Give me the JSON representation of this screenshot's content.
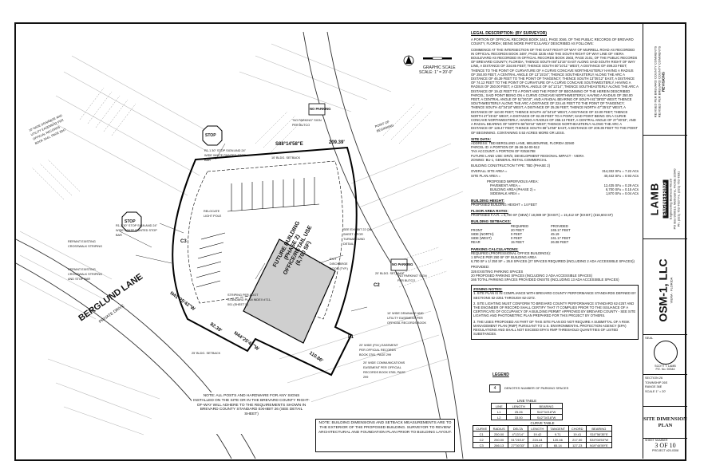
{
  "scale": {
    "label": "GRAPHIC SCALE",
    "value": "SCALE: 1\" = 20'-0\""
  },
  "building": {
    "line1": "FUTURE BUILDING",
    "line2": "(PHASE 2)",
    "line3": "OFFICE/RETAIL USE",
    "line4": "(6,700 SF)"
  },
  "street": {
    "name": "BERGLUND LANE",
    "type": "PRIVATE DRIVE"
  },
  "bearings": {
    "top": "S88°14'58\"E",
    "top_dist": "209.39'",
    "left": "N41°25'42\"W",
    "left2": "N44°25'42\"W",
    "dist_a": "82.39'",
    "dist_b": "110.86'",
    "c2": "C2",
    "l1": "L1",
    "c3": "C3"
  },
  "signs": {
    "stop1": "STOP",
    "stop2": "STOP",
    "no_parking1": "NO PARKING",
    "no_parking2": "NO PARKING",
    "note_stop1": "R1-1 30\" STOP SIGN AND 24\" WIDE WHITE PAINTED STOP BAR",
    "note_stop2": "R1-1 30\" STOP SIGN AND 24\" WIDE WHITE PAINTED STOP BAR",
    "no_parking_sign": "\"NO PARKING\" SIGN PER BUTCO",
    "no_parking_sign2": "\"NO PARKING\" SIGN PER BUTCO"
  },
  "plan_notes": [
    "10' WIDE DRAINAGE AND UTILITY EASEMENT PER OFFICIAL RECORDS BOOK 3441, PAGE 3047",
    "REPAINT EXISTING CROSSWALK STRIPING",
    "REPAINT EXISTING CROSSWALK STRIPING AND STOP BAR",
    "RELOCATE LIGHT POLE",
    "STRIPING PER FOOT STANDARD PLAN INDEX #711-001 (SHEET 5)",
    "EXIT DISCHARGE DOOR (TYP.)",
    "SEE EXHIBIT 22 ON SHEET 4 FOR TURNAROUND DETAIL",
    "10' WIDE DRAINAGE AND UTILITY EASEMENT PER OFFICIAL RECORDS BOOK",
    "20' WIDE (P.M.) EASEMENT PER OFFICIAL RECORDS BOOK 3781, PAGE 299",
    "20' WIDE COMMUNICATIONS EASEMENT PER OFFICIAL RECORDS BOOK 5785, PAGE 299",
    "POINT OF BEGINNING",
    "10' BLDG. SETBACK",
    "25' BLDG. SETBACK",
    "20' BLDG. SETBACK"
  ],
  "bottom_note": "NOTE: ALL POSTS AND HARDWARE FOR ANY SIGNS INSTALLED ON THE SITE OR IN THE BREVARD COUNTY RIGHT-OF-WAY WILL ADHERE TO THE REQUIREMENTS SHOWN IN BREVARD COUNTY STANDARD EXHIBIT 26 (SEE DETAIL SHEET)",
  "bottom_note2": "NOTE: BUILDING DIMENSIONS AND SETBACK MEASUREMENTS ARE TO THE EXTERIOR OF THE PROPOSED BUILDING. SURVEYOR TO REVIEW ARCHITECTURAL AND FOUNDATION PLAN PRIOR TO BUILDING LAYOUT.",
  "legal": {
    "heading": "LEGAL DESCRIPTION: (BY SURVEYOR)",
    "p1": "A PORTION OF OFFICIAL RECORDS BOOK 3441, PAGE 3046, OF THE PUBLIC RECORDS OF BREVARD COUNTY, FLORIDA; BEING MORE PARTICULARLY DESCRIBED AS FOLLOWS:",
    "p2": "COMMENCE AT THE INTERSECTION OF THE EAST RIGHT OF WAY OF MURRELL ROAD AS RECORDED IN OFFICIAL RECORDS BOOK 3497, PAGE 3235 AND THE SOUTH RIGHT OF WAY LINE OF VIERA BOULEVARD AS RECORDED IN OFFICIAL RECORDS BOOK 2503, PAGE 2101, OF THE PUBLIC RECORDS OF BREVARD COUNTY, FLORIDA; THENCE SOUTH 88°13'15\" EAST ALONG SAID SOUTH RIGHT OF WAY LINE, A DISTANCE OF 334.85 FEET; THENCE SOUTH 00°10'11\" WEST, A DISTANCE OF 499.23 FEET; THENCE TO THE POINT OF CURVATURE OF A CURVE CONCAVE NORTHEASTERLY HAVING A RADIUS OF 250.00 FEET, A CENTRAL ANGLE OF 13°15'24\"; THENCE SOUTHEASTERLY ALONG THE ARC A DISTANCE OF 46.39 FEET TO THE POINT OF TANGENCY; THENCE SOUTH 13°05'12\" EAST, A DISTANCE OF 74.12 FEET TO THE POINT OF CURVATURE OF A CURVE CONCAVE SOUTHWESTERLY, HAVING A RADIUS OF 250.00 FEET, A CENTRAL ANGLE OF 44°13'14\"; THENCE SOUTHEASTERLY ALONG THE ARC A DISTANCE OF 19.42 FEET TO A POINT AND THE POINT OF BEGINNING OF THE HEREIN DESCRIBED PARCEL; SAID POINT BEING ON A CURVE CONCAVE NORTHWESTERLY, HAVING A RADIUS OF 250.00 FEET, A CENTRAL ANGLE OF 51°26'10\", AND A RADIAL BEARING OF SOUTH 81°39'03\" WEST; THENCE SOUTHWESTERLY ALONG THE ARC A DISTANCE OF 224.44 FEET TO THE POINT OF TANGENCY; THENCE SOUTH 42°34'18\" WEST, A DISTANCE OF 25.26 FEET; THENCE NORTH 47°25'42\" WEST, A DISTANCE OF 110.00 FEET; THENCE SOUTH 42°34'18\" WEST, A DISTANCE OF 33.00 FEET; THENCE NORTH 47°25'42\" WEST, A DISTANCE OF 82.39 FEET TO A POINT; SAID POINT BEING ON A CURVE CONCAVE NORTHWESTERLY, HAVING A RADIUS OF 266.13 FEET, A CENTRAL ANGLE OF 27°30'33\", AND A RADIAL BEARING OF NORTH 56°50'44\" WEST; THENCE NORTHEASTERLY ALONG THE ARC A DISTANCE OF 128.47 FEET; THENCE SOUTH 88°14'58\" EAST, A DISTANCE OF 209.39 FEET TO THE POINT OF BEGINNING. CONTAINING 0.53 ACRES MORE OR LESS.",
    "site_data": "SITE DATA:",
    "address": "ADDRESS: TBD BERGLUND LANE, MELBOURNE, FLORIDA 32940",
    "parcel": "PARCEL ID: A PORTION OF 26-36-34-00-512",
    "tax": "TAX ACCOUNT: A PORTION OF #2534788",
    "future_land": "FUTURE LAND USE:  DRI/3, DEVELOPMENT REGIONAL IMPACT - VIERA",
    "zoning": "ZONING:   BU-1, GENERAL RETAIL COMMERCIAL",
    "construction": "BUILDING CONSTRUCTION TYPE: TBD (PHASE 2)",
    "overall": "OVERALL SITE AREA =",
    "overall_v": "314,332 SF± = 7.22 ACs",
    "siteplan": "SITE PLAN AREA =",
    "siteplan_v": "40,442 SF± = 0.93 ACs",
    "impervious": "PROPOSED IMPERVIOUS AREA:",
    "pavement": "PAVEMENT AREA =",
    "pavement_v": "12,435 SF± = 0.29 ACs",
    "bldg_area": "BUILDING AREA (PHASE 2) =",
    "bldg_area_v": "6,700 SF± = 0.15 ACs",
    "sidewalk": "SIDEWALK AREA =",
    "sidewalk_v": "1,870 SF± = 0.04 ACs",
    "height_h": "BUILDING HEIGHT:",
    "height": "PROPOSED BUILDING HEIGHT = 14 FEET",
    "far_h": "FLOOR AREA RATIO:",
    "far": "PROPOSED F.A.R. = 6,700 SF (NEW) / 18,089 SF (EXIST.) = 15,412 SF (EXIST.) (316,603 SF)",
    "setbacks_h": "BUILDING SETBACKS:",
    "setbacks": [
      {
        "side": "",
        "req": "REQUIRED",
        "prov": "PROVIDED"
      },
      {
        "side": "FRONT",
        "req": "20 FEET",
        "prov": "245.17 FEET"
      },
      {
        "side": "SIDE (NORTH)",
        "req": "0 FEET",
        "prov": "45.19"
      },
      {
        "side": "SIDE (WEST)",
        "req": "0 FEET",
        "prov": "241.17 FEET"
      },
      {
        "side": "REAR",
        "req": "15 FEET",
        "prov": "26.08 FEET"
      }
    ],
    "parking_h": "PARKING CALCULATIONS:",
    "parking1": "REQUIRED (PROFESSIONAL OFFICE BUILDINGS):",
    "parking2": "1 SPACE PER 250 SF OF BUILDING AREA",
    "parking3": "6,700 SF x 1/ 250 SF = 26.8 SPACES (27 SPACES REQUIRED (INCLUDING 2 ADA ACCESSIBLE SPACES))",
    "parking4": "PROVIDED:",
    "parking5": "326 EXISTING PARKING SPACES",
    "parking6": "20 PROPOSED PARKING SPACES (INCLUDING 2 ADA ACCESSIBLE SPACES)",
    "parking7": "346 TOTAL PARKING SPACES PROVIDED ONSITE (INCLUDING 13 ADA ACCESSIBLE SPACES)",
    "zoning_h": "ZONING NOTES:",
    "zn1": "1. SITE PLAN IS IN COMPLIANCE WITH BREVARD COUNTY PERFORMANCE STANDARDS DEFINED BY SECTIONS 62-2251 THROUGH 62-2272.",
    "zn2": "2. SITE LIGHTING MUST CONFORM TO BREVARD COUNTY PERFORMANCE STANDARD 62-2257 AND THE ENGINEER OF RECORD SHALL CERTIFY THAT IT COMPLIES PRIOR TO THE ISSUANCE OF A CERTIFICATE OF OCCUPANCY OF A BUILDING PERMIT APPROVED BY BREVARD COUNTY - SEE SITE LIGHTING AND PHOTOMETRIC PLAN PREPARED FOR THIS PROJECT BY OTHERS.",
    "zn3": "3. THE USES PROPOSED AS PART OF THIS SITE PLAN DO NOT REQUIRE A SUBMITTAL OF A RISK MANAGEMENT PLAN (RMP) PURSUANT TO U.S. ENVIRONMENTAL PROTECTION AGENCY (EPA) REGULATIONS AND SHALL NOT EXCEED EPA'S RMP THRESHOLD QUANTITIES OF LISTED SUBSTANCES."
  },
  "legend": {
    "title": "LEGEND",
    "symbol": "4",
    "desc": "DENOTES NUMBER OF PARKING SPACES"
  },
  "line_table": {
    "title": "LINE TABLE",
    "headers": [
      "LINE",
      "LENGTH",
      "BEARING"
    ],
    "rows": [
      [
        "L1",
        "25.26",
        "S42°34'18\"W"
      ],
      [
        "L2",
        "33.00",
        "S42°34'18\"W"
      ]
    ]
  },
  "curve_table": {
    "title": "CURVE TABLE",
    "headers": [
      "CURVE",
      "RADIUS",
      "DELTA",
      "LENGTH",
      "TANGENT",
      "CHORD",
      "BEARING"
    ],
    "rows": [
      [
        "C1",
        "250.00",
        "4°13'14\"",
        "19.42",
        "9.71",
        "19.41",
        "S10°56'35\"E"
      ],
      [
        "C2",
        "250.00",
        "51°26'10\"",
        "224.44",
        "120.46",
        "217.00",
        "S33°08'53\"W"
      ],
      [
        "C3",
        "266.13",
        "27°30'33\"",
        "128.47",
        "65.14",
        "127.23",
        "N19°44'59\"E"
      ]
    ]
  },
  "titleblock": {
    "revisions": "REVISIONS",
    "rev1": "REVISED PER BREVARD COUNTY COMMENTS",
    "rev2": "REVISED PER BREVARD COUNTY COMMENTS",
    "firm": "LAMB",
    "firm2": "ENGINEERING",
    "firm3": "Engineering Business #9129",
    "firm_addr": "PO Box 950913, Melbourne, Florida 32940",
    "firm_ph": "Ph. (321) 752-7627",
    "firm_fx": "Fx. (321) 752-7831",
    "client": "OSM-1, LLC",
    "location": "VIERA",
    "state": "FLORIDA",
    "seal": "SEAL",
    "engineer": "SCOTT T. LAMB",
    "pe": "P.E. No. 59344",
    "section": "SECTION 26",
    "township": "TOWNSHIP 26S",
    "range": "RANGE 36E",
    "scale_tb": "SCALE 1\" = 20'",
    "sheet_title": "SITE DIMENSION PLAN",
    "sheet_label": "SHEET NUMBER",
    "sheet_no": "3 OF 10",
    "project": "PROJECT #20-0308"
  }
}
